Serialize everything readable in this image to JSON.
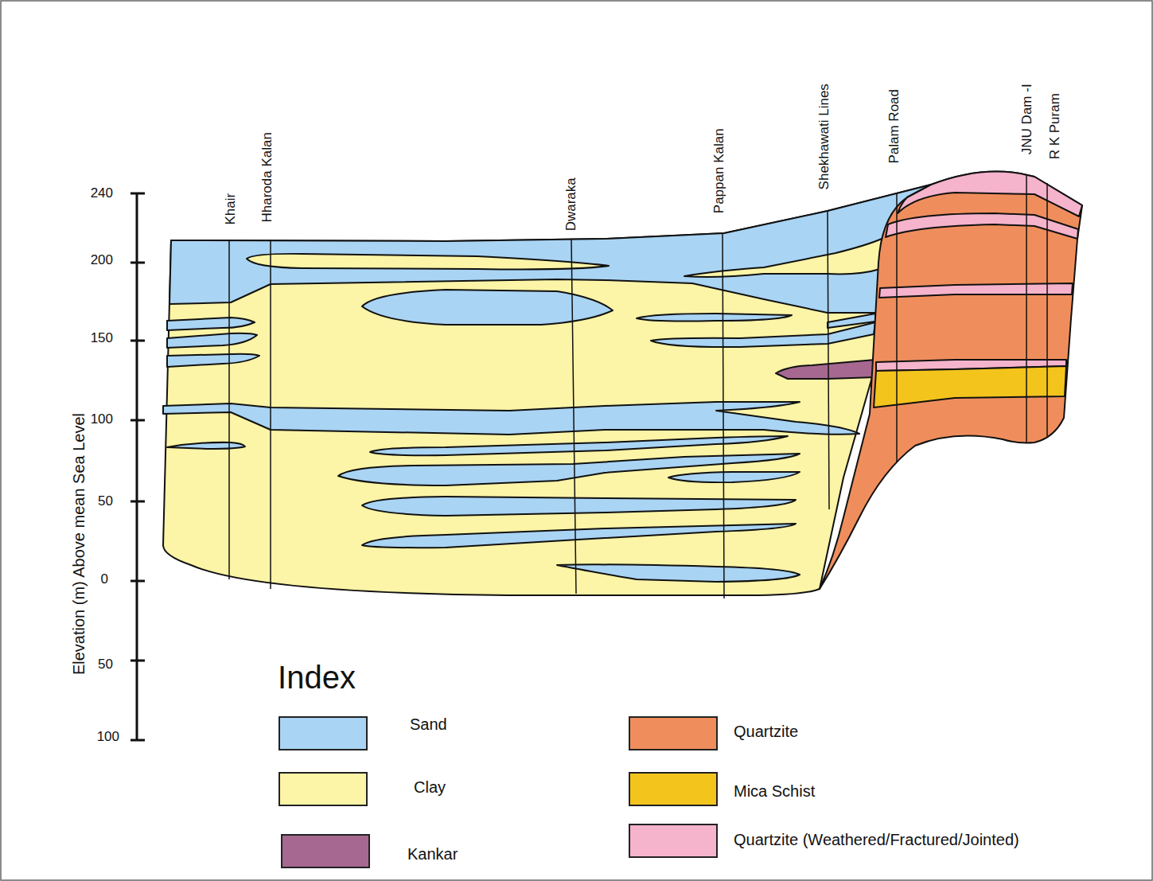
{
  "diagram": {
    "labels": [
      "Khair",
      "Hharoda Kalan",
      "Dwaraka",
      "Pappan Kalan",
      "Shekhawati Lines",
      "Palam Road",
      "JNU Dam -I",
      "R K Puram",
      "240",
      "200",
      "150",
      "100",
      "50",
      "0",
      "50",
      "100",
      "Elevation (m) Above mean Sea Level",
      "Index"
    ],
    "legend": [
      {
        "text": "Sand",
        "color": "#a9d4f4"
      },
      {
        "text": "Clay",
        "color": "#fcf4a6"
      },
      {
        "text": "Kankar",
        "color": "#a66890"
      },
      {
        "text": "Quartzite",
        "color": "#ef8e5c"
      },
      {
        "text": "Mica Schist",
        "color": "#f3c41c"
      },
      {
        "text": "Quartzite (Weathered/Fractured/Jointed)",
        "color": "#f5b3cc"
      }
    ]
  }
}
